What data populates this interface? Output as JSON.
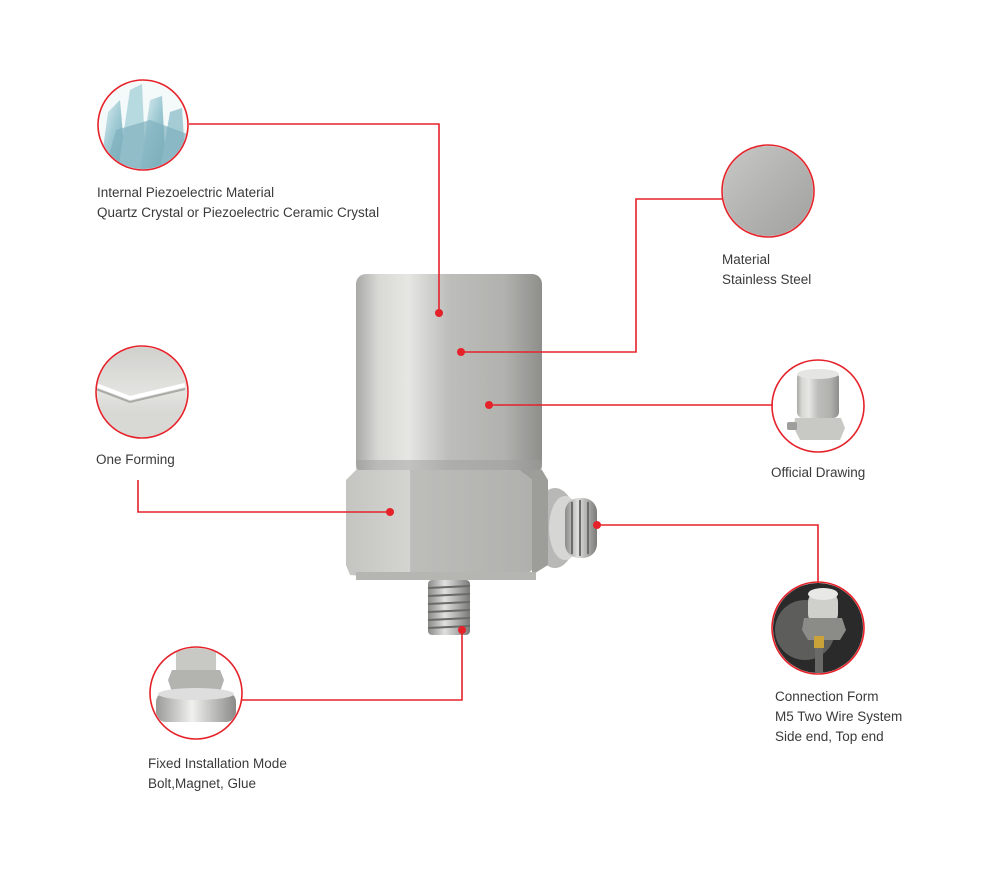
{
  "theme": {
    "accent_color": "#e5222a",
    "text_color": "#3a3a3a",
    "background": "#ffffff"
  },
  "product": {
    "name": "piezoelectric-accelerometer-sensor",
    "image_icon": "sensor-body-illustration"
  },
  "callouts": [
    {
      "id": "internal-material",
      "icon": "quartz-crystal-thumbnail",
      "lines": [
        "Internal Piezoelectric Material",
        "Quartz Crystal or Piezoelectric Ceramic Crystal"
      ]
    },
    {
      "id": "material",
      "icon": "stainless-steel-texture-thumbnail",
      "lines": [
        "Material",
        "Stainless Steel"
      ]
    },
    {
      "id": "one-forming",
      "icon": "hex-edge-closeup-thumbnail",
      "lines": [
        "One Forming"
      ]
    },
    {
      "id": "official-drawing",
      "icon": "sensor-product-thumbnail",
      "lines": [
        "Official Drawing"
      ]
    },
    {
      "id": "connection-form",
      "icon": "cable-connector-thumbnail",
      "lines": [
        "Connection Form",
        "M5 Two Wire System",
        "Side end, Top end"
      ]
    },
    {
      "id": "fixed-installation",
      "icon": "magnet-base-thumbnail",
      "lines": [
        "Fixed Installation Mode",
        "Bolt,Magnet, Glue"
      ]
    }
  ]
}
